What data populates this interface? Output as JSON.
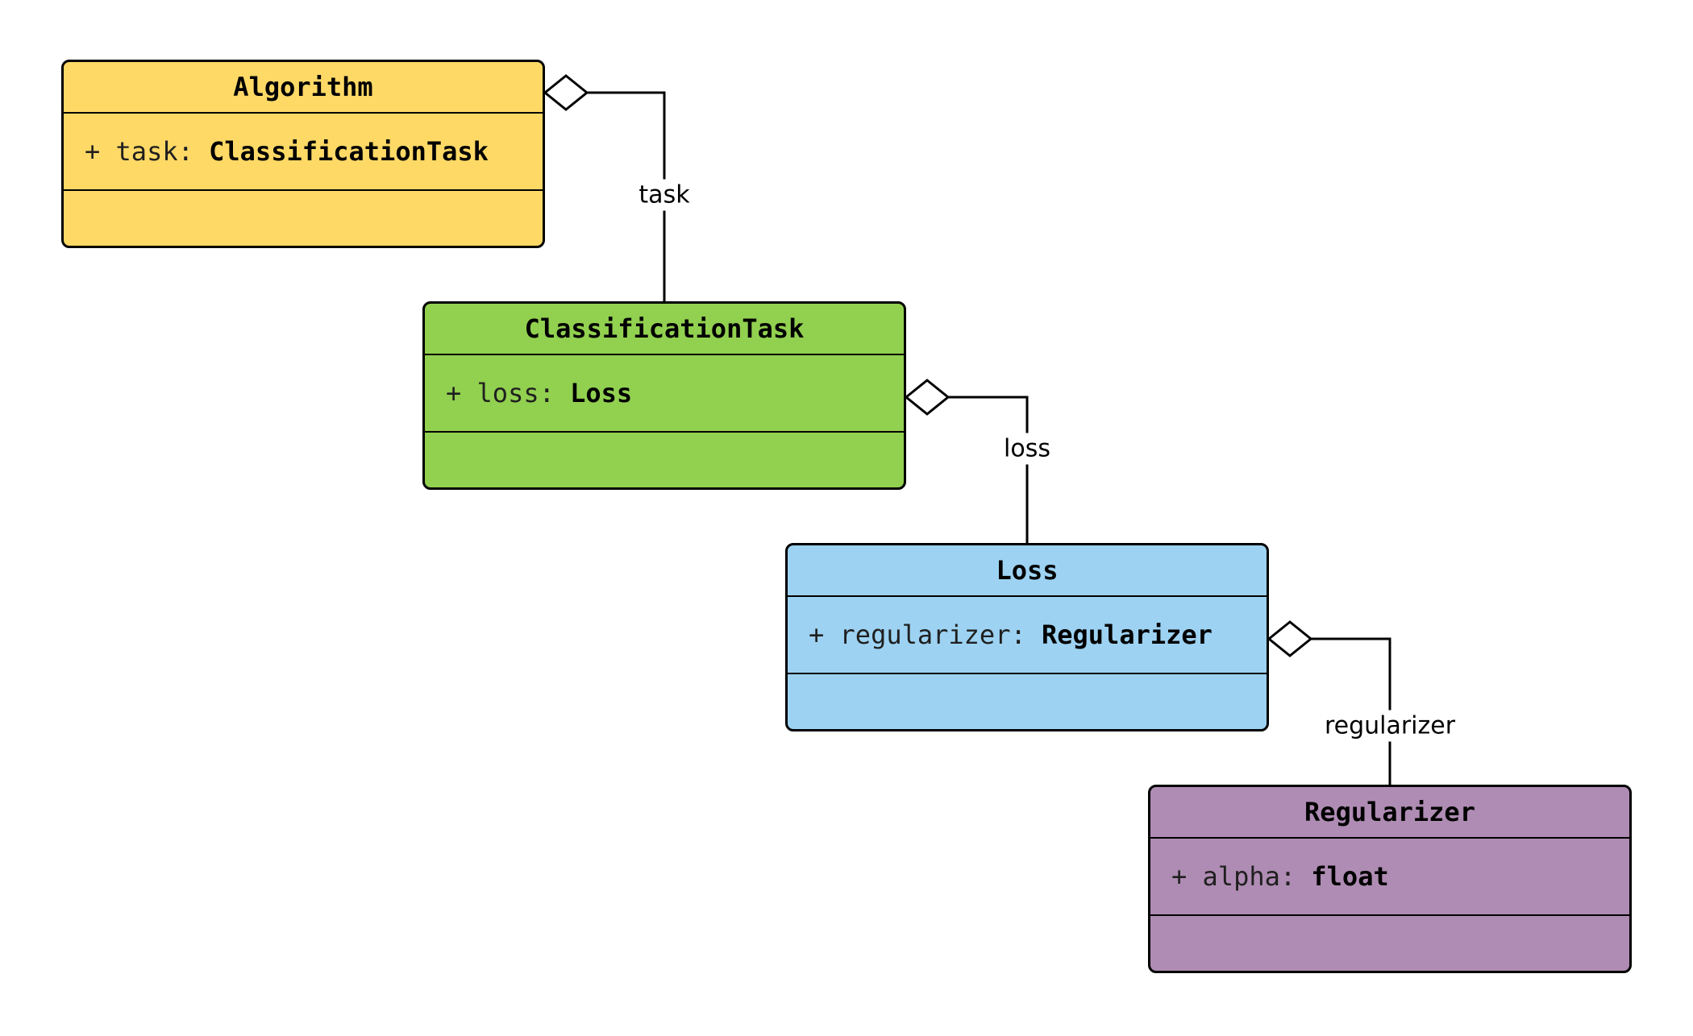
{
  "diagram": {
    "classes": [
      {
        "name": "Algorithm",
        "fill": "#FFD966",
        "attributes": [
          {
            "label": "+ task:",
            "type": "ClassificationTask"
          }
        ]
      },
      {
        "name": "ClassificationTask",
        "fill": "#92D050",
        "attributes": [
          {
            "label": "+ loss:",
            "type": "Loss"
          }
        ]
      },
      {
        "name": "Loss",
        "fill": "#9DD2F2",
        "attributes": [
          {
            "label": "+ regularizer:",
            "type": "Regularizer"
          }
        ]
      },
      {
        "name": "Regularizer",
        "fill": "#AF8CB3",
        "attributes": [
          {
            "label": "+ alpha:",
            "type": "float"
          }
        ]
      }
    ],
    "relations": [
      {
        "from": "Algorithm",
        "to": "ClassificationTask",
        "label": "task",
        "kind": "aggregation"
      },
      {
        "from": "ClassificationTask",
        "to": "Loss",
        "label": "loss",
        "kind": "aggregation"
      },
      {
        "from": "Loss",
        "to": "Regularizer",
        "label": "regularizer",
        "kind": "aggregation"
      }
    ]
  }
}
